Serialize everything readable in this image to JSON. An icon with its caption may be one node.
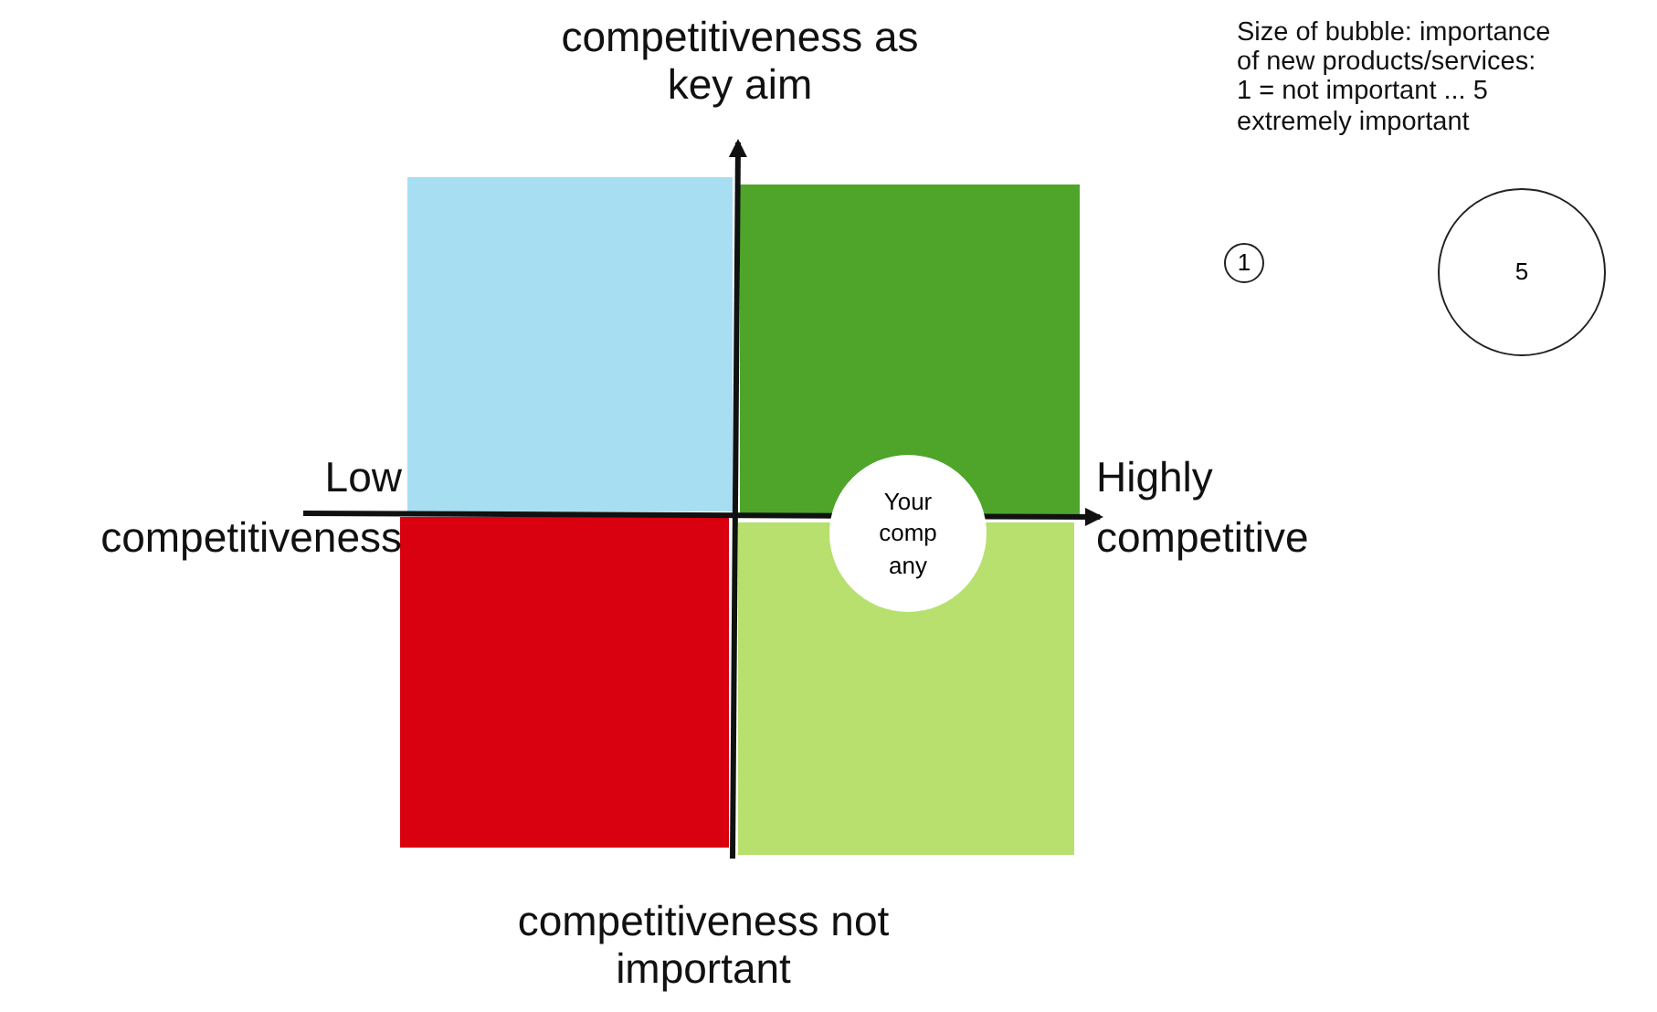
{
  "diagram": {
    "nodes": [
      {
        "text": [
          "Your comp any"
        ]
      },
      {
        "text": [
          "1"
        ]
      },
      {
        "text": [
          "5"
        ]
      }
    ],
    "labels": [
      "competitiveness as key aim",
      "Size of bubble: importance of new products/services: 1 = not  important ... 5 extremely important",
      "Low competitiveness",
      "Highly competitive",
      "competitiveness not important"
    ]
  }
}
